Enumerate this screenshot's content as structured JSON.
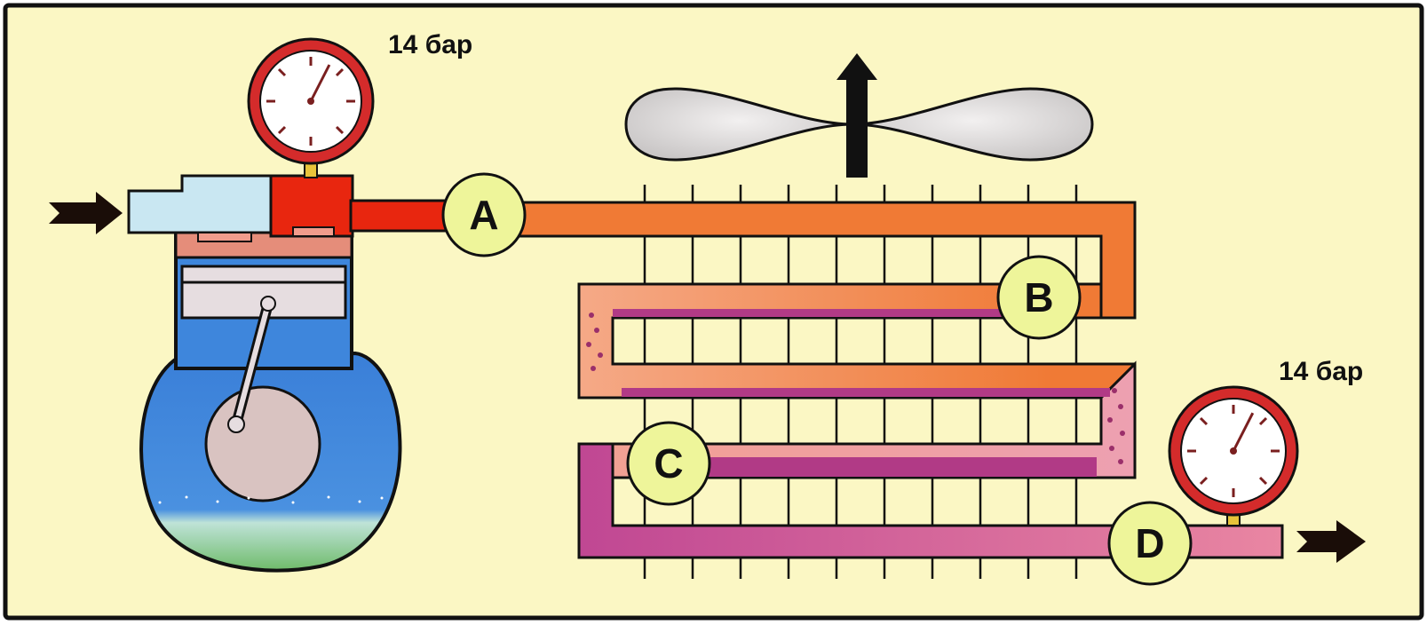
{
  "labels": {
    "gauge_top": "14 бар",
    "gauge_bottom": "14 бар"
  },
  "points": {
    "a": "A",
    "b": "B",
    "c": "C",
    "d": "D"
  },
  "gauges": {
    "top_needle_fraction": 0.6,
    "bottom_needle_fraction": 0.6
  },
  "colors": {
    "background": "#fbf7c4",
    "frame": "#111111",
    "compressor_blue": "#3e86dc",
    "suction_pipe": "#c9e7f2",
    "discharge_red": "#e8260f",
    "hot_gas_orange": "#f07a35",
    "condensing_pink": "#f2a093",
    "liquid_purple": "#b13a86",
    "point_marker": "#eef59a",
    "gauge_rim": "#d42b2b",
    "oil_green": "#7dbf78",
    "crank_disc": "#d9c3c1",
    "fan_blade": "#d9d6d6",
    "arrow": "#1a0d08"
  },
  "icons": {
    "inlet_arrow": "arrow-right-icon",
    "outlet_arrow": "arrow-right-icon",
    "airflow_arrow": "arrow-up-icon",
    "fan": "fan-icon",
    "pressure_gauge": "pressure-gauge-icon"
  }
}
